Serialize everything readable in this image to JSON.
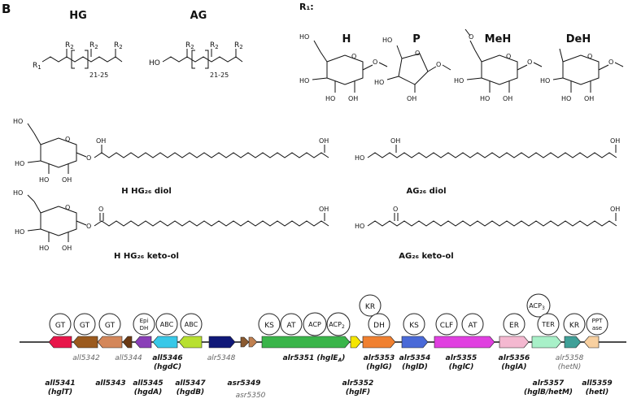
{
  "panel_letter": "B",
  "series_titles": {
    "hg": "HG",
    "ag": "AG",
    "r1": "R₁:"
  },
  "sugars": {
    "h": "H",
    "p": "P",
    "meh": "MeH",
    "deh": "DeH"
  },
  "atoms": {
    "r1": "R",
    "r1_sub": "1",
    "r2": "R",
    "r2_sub": "2",
    "ho": "HO",
    "oh": "OH",
    "o": "O",
    "repeat": "21-25"
  },
  "captions": {
    "hhg26_diol": "H HG₂₆ diol",
    "ag26_diol": "AG₂₆ diol",
    "hhg26_ketool": "H HG₂₆ keto-ol",
    "ag26_ketool": "AG₂₆ keto-ol"
  },
  "domains": {
    "gt1": "GT",
    "gt2": "GT",
    "epi1": "Epi",
    "epi2": "DH",
    "abc1": "ABC",
    "abc2": "ABC",
    "ks1": "KS",
    "at1": "AT",
    "acp1": "ACP",
    "acp2": "ACP",
    "acp2_sub": "2",
    "kr1": "KR",
    "dh": "DH",
    "ks2": "KS",
    "clf": "CLF",
    "at2": "AT",
    "er": "ER",
    "acp3": "ACP",
    "acp3_sub": "3",
    "ter": "TER",
    "kr2": "KR",
    "ppt1": "PPT",
    "ppt2": "ase"
  },
  "genes": {
    "all5342": "all5342",
    "all5344": "all5344",
    "all5346_a": "all5346",
    "all5346_b": "(hgdC)",
    "alr5348": "alr5348",
    "alr5351": "alr5351 (hglE",
    "alr5351_sub": "A",
    "alr5351_close": ")",
    "alr5353_a": "alr5353",
    "alr5353_b": "(hglG)",
    "alr5354_a": "alr5354",
    "alr5354_b": "(hglD)",
    "alr5355_a": "alr5355",
    "alr5355_b": "(hglC)",
    "alr5356_a": "alr5356",
    "alr5356_b": "(hglA)",
    "alr5358_a": "alr5358",
    "alr5358_b": "(hetN)",
    "all5341_a": "all5341",
    "all5341_b": "(hglT)",
    "all5343": "all5343",
    "all5345_a": "all5345",
    "all5345_b": "(hgdA)",
    "all5347_a": "all5347",
    "all5347_b": "(hgdB)",
    "asr5349": "asr5349",
    "asr5350": "asr5350",
    "alr5352_a": "alr5352",
    "alr5352_b": "(hglF)",
    "alr5357_a": "alr5357",
    "alr5357_b": "(hglB/hetM)",
    "all5359_a": "all5359",
    "all5359_b": "(hetI)"
  },
  "gene_colors": {
    "g5341": "#e8164a",
    "g5342": "#9b5a1e",
    "g5343": "#d4875a",
    "g5344": "#6b3a14",
    "g5345": "#8a3fb8",
    "g5346": "#38c8e8",
    "g5347": "#b8e030",
    "g5348": "#101878",
    "g5349": "#8a5a30",
    "g5350": "#c08050",
    "g5351": "#3ab54a",
    "g5352": "#f5e600",
    "g5353": "#f08030",
    "g5354": "#4a6ad8",
    "g5355": "#e040e0",
    "g5356": "#f4b8d0",
    "g5357": "#a8f0c8",
    "g5358": "#40a098",
    "g5359": "#f8d0a0"
  }
}
